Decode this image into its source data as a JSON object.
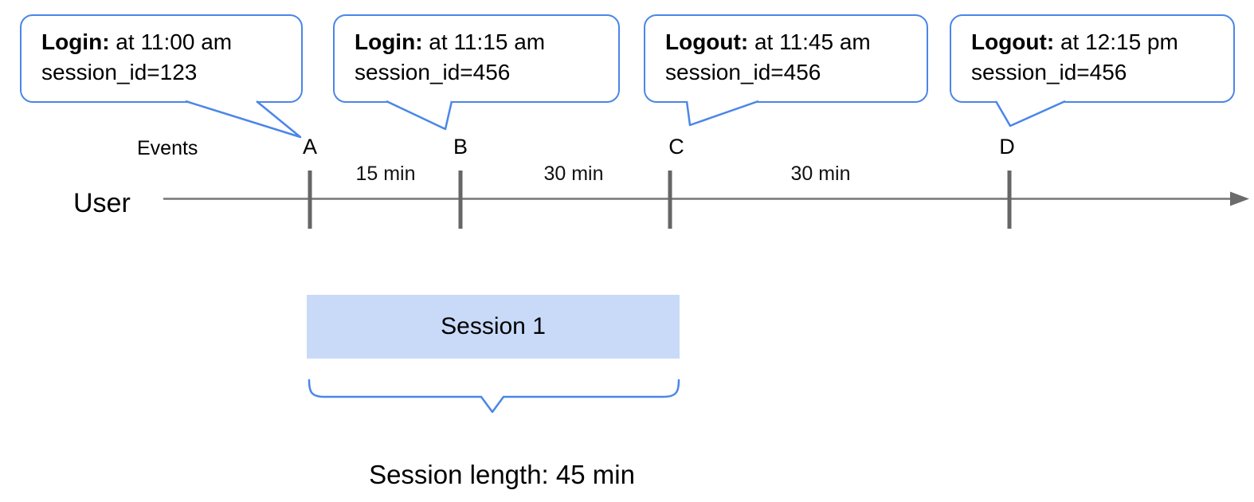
{
  "colors": {
    "accent_blue": "#4a86e8",
    "session_fill": "#c9daf8",
    "timeline_gray": "#757575",
    "tick_gray": "#666666",
    "text_black": "#000000"
  },
  "callouts": [
    {
      "event": "A",
      "bold": "Login:",
      "rest": " at 11:00 am",
      "line2": "session_id=123"
    },
    {
      "event": "B",
      "bold": "Login:",
      "rest": " at 11:15 am",
      "line2": "session_id=456"
    },
    {
      "event": "C",
      "bold": "Logout:",
      "rest": " at 11:45 am",
      "line2": "session_id=456"
    },
    {
      "event": "D",
      "bold": "Logout:",
      "rest": " at 12:15 pm",
      "line2": "session_id=456"
    }
  ],
  "timeline": {
    "events_label": "Events",
    "user_label": "User",
    "event_markers": [
      "A",
      "B",
      "C",
      "D"
    ],
    "intervals": [
      "15 min",
      "30 min",
      "30 min"
    ]
  },
  "session": {
    "box_label": "Session 1",
    "length_label": "Session length: 45 min"
  }
}
